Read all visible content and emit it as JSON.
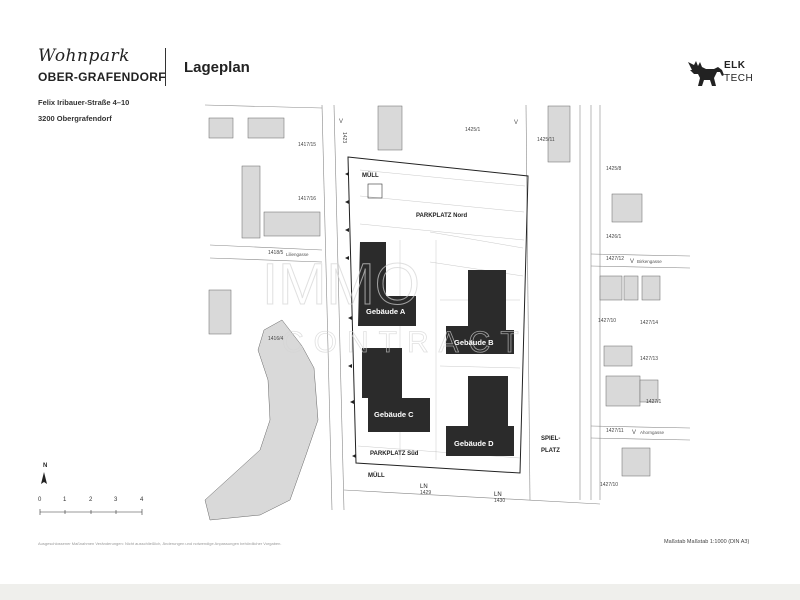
{
  "header": {
    "logo_script": "Wohnpark",
    "logo_name": "OBER-GRAFENDORF",
    "title": "Lageplan",
    "address_line1": "Felix Iribauer-Straße 4–10",
    "address_line2": "3200 Obergrafendorf",
    "brand_line1": "ELK",
    "brand_line2": "TECH"
  },
  "plan": {
    "parcels": {
      "p1417_15": "1417/15",
      "p1417_16": "1417/16",
      "p1418_5": "1418/5",
      "p1416_4": "1416/4",
      "p1425_1": "1425/1",
      "p1425_11": "1425/11",
      "p1425_8": "1425/8",
      "p1426_1": "1426/1",
      "p1427_12": "1427/12",
      "p1427_10a": "1427/10",
      "p1427_14": "1427/14",
      "p1427_13": "1427/13",
      "p1427_1": "1427/1",
      "p1427_11": "1427/11",
      "p1427_10b": "1427/10",
      "p1423": "1423",
      "p1429": "1429",
      "p1430": "1430"
    },
    "labels": {
      "muell_top": "MÜLL",
      "parkplatz_nord": "PARKPLATZ Nord",
      "geb_a": "Gebäude A",
      "geb_b": "Gebäude B",
      "geb_c": "Gebäude C",
      "geb_d": "Gebäude D",
      "spiel_1": "SPIEL-",
      "spiel_2": "PLATZ",
      "parkplatz_sued": "PARKPLATZ Süd",
      "muell_bottom": "MÜLL",
      "ln_1": "LN",
      "ln_2": "LN",
      "street_lilien": "Liliengasse",
      "street_birken": "Birkengasse",
      "street_ahorn": "Ahorngasse",
      "v_1": "V",
      "v_2": "V",
      "v_3": "V",
      "v_4": "V"
    },
    "watermark_1": "IMMO",
    "watermark_2": "CONTRACT"
  },
  "scale_bar": {
    "north": "N",
    "ticks": [
      "0",
      "1",
      "2",
      "3",
      "4"
    ]
  },
  "footer": {
    "note": "Ausgeschlossener Maßnahmen Veränderungen: Nicht ausschließlich, Änderungen und notwendige Anpassungen behördlicher Vorgaben.",
    "scale": "Maßstab Maßstab 1:1000 (DIN A3)"
  },
  "colors": {
    "building": "#2b2b2b",
    "line": "#555555",
    "neighbor_fill": "#d9d9d9"
  }
}
